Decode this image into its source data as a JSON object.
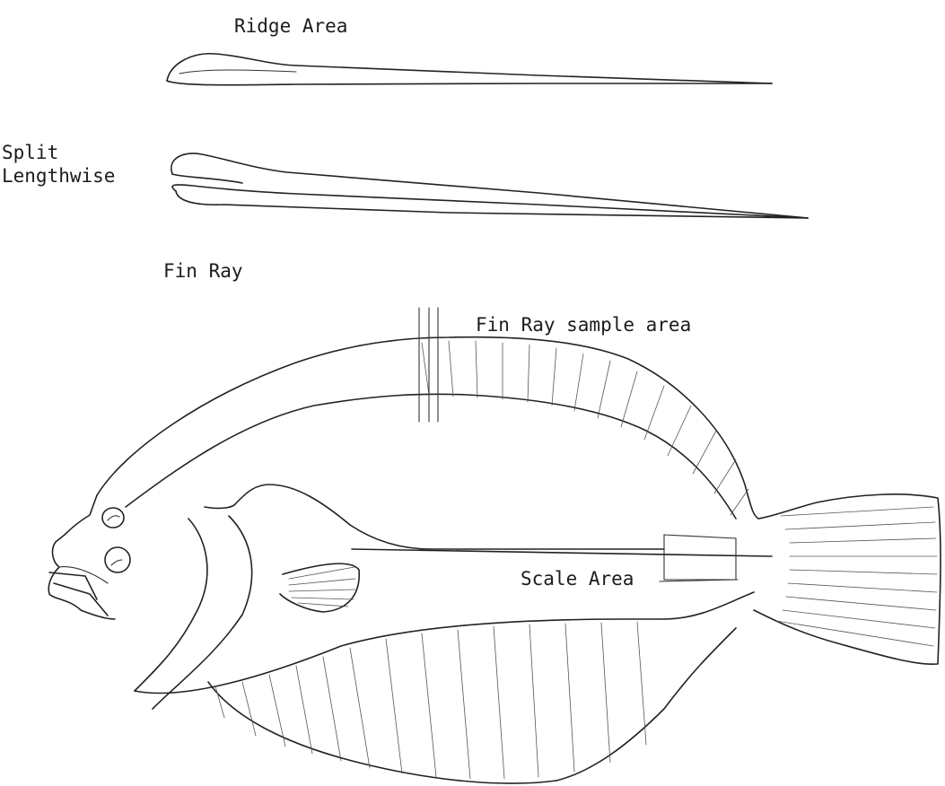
{
  "labels": {
    "ridge_area": "Ridge Area",
    "split_line1": "Split",
    "split_line2": "Lengthwise",
    "fin_ray": "Fin Ray",
    "fin_ray_sample": "Fin Ray sample area",
    "scale_area": "Scale Area"
  },
  "colors": {
    "ink": "#222222",
    "background": "#ffffff"
  }
}
